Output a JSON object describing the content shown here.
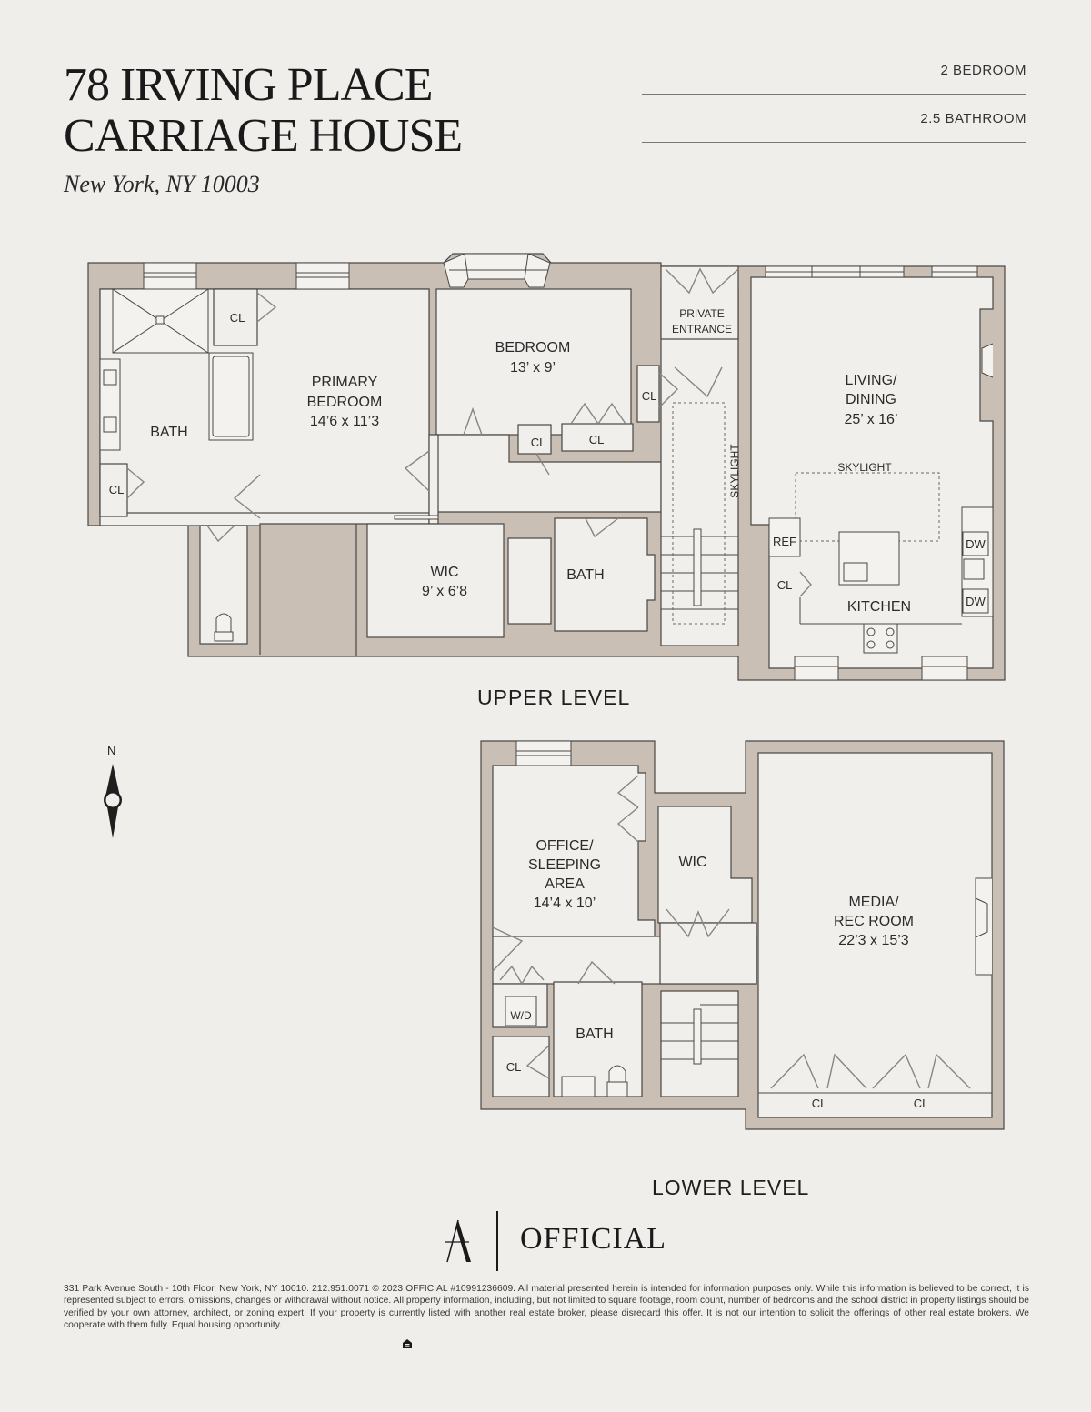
{
  "header": {
    "title_line1": "78 IRVING PLACE",
    "title_line2": "CARRIAGE HOUSE",
    "location": "New York, NY 10003"
  },
  "specs": {
    "bedrooms": "2 BEDROOM",
    "bathrooms": "2.5 BATHROOM"
  },
  "colors": {
    "background": "#f0eeeb",
    "wall": "#c9bfb4",
    "wall_outline": "#4a4744",
    "floor": "#f1efec",
    "text": "#2b2b2b"
  },
  "upper_level": {
    "label": "UPPER LEVEL",
    "rooms": [
      {
        "name": "BATH",
        "dims": ""
      },
      {
        "name": "CL",
        "dims": ""
      },
      {
        "name": "CL",
        "dims": ""
      },
      {
        "name": "PRIMARY BEDROOM",
        "line1": "PRIMARY",
        "line2": "BEDROOM",
        "dims": "14’6 x 11’3"
      },
      {
        "name": "BEDROOM",
        "dims": "13’ x 9’"
      },
      {
        "name": "CL",
        "dims": ""
      },
      {
        "name": "CL",
        "dims": ""
      },
      {
        "name": "CL",
        "dims": ""
      },
      {
        "name": "PRIVATE ENTRANCE",
        "line1": "PRIVATE",
        "line2": "ENTRANCE",
        "dims": ""
      },
      {
        "name": "SKYLIGHT",
        "dims": ""
      },
      {
        "name": "WIC",
        "dims": "9’ x 6’8"
      },
      {
        "name": "BATH",
        "dims": ""
      },
      {
        "name": "LIVING/ DINING",
        "line1": "LIVING/",
        "line2": "DINING",
        "dims": "25’ x 16’"
      },
      {
        "name": "SKYLIGHT",
        "dims": ""
      },
      {
        "name": "REF",
        "dims": ""
      },
      {
        "name": "CL",
        "dims": ""
      },
      {
        "name": "KITCHEN",
        "dims": ""
      },
      {
        "name": "DW",
        "dims": ""
      },
      {
        "name": "DW",
        "dims": ""
      }
    ]
  },
  "lower_level": {
    "label": "LOWER LEVEL",
    "rooms": [
      {
        "name": "OFFICE/ SLEEPING AREA",
        "line1": "OFFICE/",
        "line2": "SLEEPING",
        "line3": "AREA",
        "dims": "14’4 x 10’"
      },
      {
        "name": "WIC",
        "dims": ""
      },
      {
        "name": "MEDIA/ REC ROOM",
        "line1": "MEDIA/",
        "line2": "REC ROOM",
        "dims": "22’3 x 15’3"
      },
      {
        "name": "W/D",
        "dims": ""
      },
      {
        "name": "BATH",
        "dims": ""
      },
      {
        "name": "CL",
        "dims": ""
      },
      {
        "name": "CL",
        "dims": ""
      },
      {
        "name": "CL",
        "dims": ""
      }
    ]
  },
  "compass": {
    "label": "N"
  },
  "brand": {
    "name": "OFFICIAL"
  },
  "footer": {
    "disclaimer": "331 Park Avenue South - 10th Floor, New York, NY 10010. 212.951.0071 © 2023 OFFICIAL #10991236609. All material presented herein is intended for information purposes only. While this information is believed to be correct, it is represented subject to errors, omissions, changes or withdrawal without notice. All property information, including, but not limited to square footage, room count, number of bedrooms and the school district in property listings should be verified by your own attorney, architect, or zoning expert. If your property is currently listed with another real estate broker, please disregard this offer. It is not our intention to solicit the offerings of other real estate brokers. We cooperate with them fully. Equal housing opportunity."
  }
}
